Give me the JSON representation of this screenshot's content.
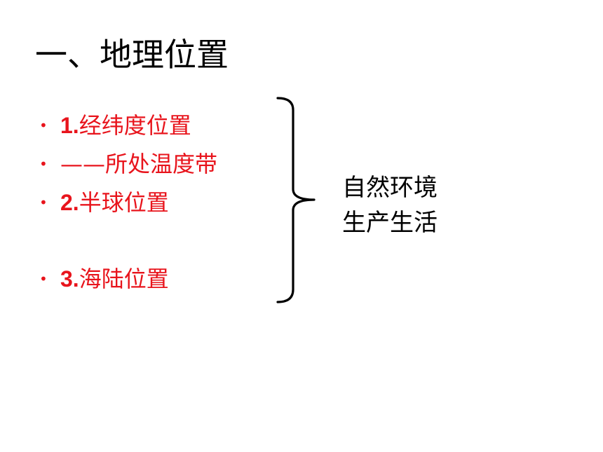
{
  "slide": {
    "title": "一、地理位置",
    "bullet_color": "#e8141c",
    "bullets": [
      {
        "num": "1.",
        "text": "经纬度位置"
      },
      {
        "num": "",
        "text": "——所处温度带"
      },
      {
        "num": "2.",
        "text": "半球位置"
      },
      {
        "num": "3.",
        "text": "海陆位置"
      }
    ],
    "bullet_marker": "•",
    "effects": [
      "自然环境",
      "生产生活"
    ]
  }
}
